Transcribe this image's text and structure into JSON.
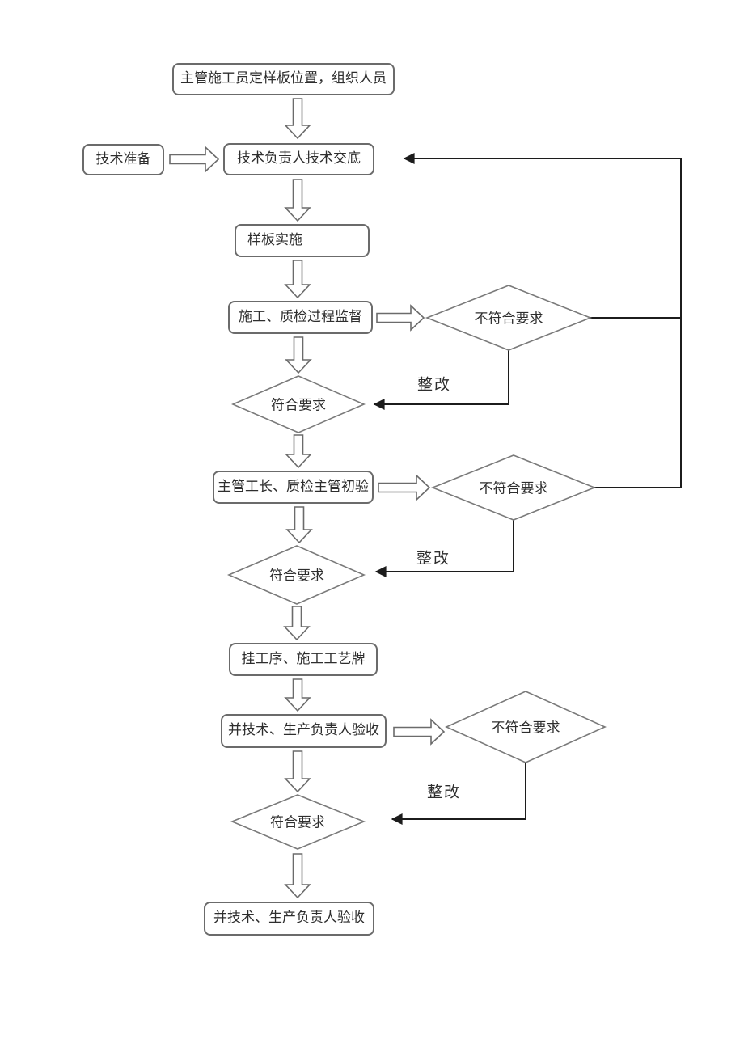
{
  "diagram": {
    "nodes": {
      "start": "主管施工员定样板位置，组织人员",
      "tech_prep": "技术准备",
      "tech_disclosure": "技术负责人技术交底",
      "sample_impl": "样板实施",
      "process_supervision": "施工、质检过程监督",
      "fail_check_1": "不符合要求",
      "pass_check_1": "符合要求",
      "foreman_initial_check": "主管工长、质检主管初验",
      "fail_check_2": "不符合要求",
      "pass_check_2": "符合要求",
      "process_sign_board": "挂工序、施工工艺牌",
      "tech_production_acceptance": "并技术、生产负责人验收",
      "fail_check_3": "不符合要求",
      "pass_check_3": "符合要求",
      "final_acceptance": "并技术、生产负责人验收"
    },
    "edge_labels": {
      "rectify_1": "整改",
      "rectify_2": "整改",
      "rectify_3": "整改"
    },
    "edges": [
      {
        "from": "start",
        "to": "tech_disclosure"
      },
      {
        "from": "tech_prep",
        "to": "tech_disclosure"
      },
      {
        "from": "tech_disclosure",
        "to": "sample_impl"
      },
      {
        "from": "sample_impl",
        "to": "process_supervision"
      },
      {
        "from": "process_supervision",
        "to": "fail_check_1"
      },
      {
        "from": "process_supervision",
        "to": "pass_check_1"
      },
      {
        "from": "fail_check_1",
        "to": "pass_check_1",
        "label": "整改"
      },
      {
        "from": "fail_check_1",
        "to": "tech_disclosure"
      },
      {
        "from": "pass_check_1",
        "to": "foreman_initial_check"
      },
      {
        "from": "foreman_initial_check",
        "to": "fail_check_2"
      },
      {
        "from": "foreman_initial_check",
        "to": "pass_check_2"
      },
      {
        "from": "fail_check_2",
        "to": "pass_check_2",
        "label": "整改"
      },
      {
        "from": "fail_check_2",
        "to": "tech_disclosure"
      },
      {
        "from": "pass_check_2",
        "to": "process_sign_board"
      },
      {
        "from": "process_sign_board",
        "to": "tech_production_acceptance"
      },
      {
        "from": "tech_production_acceptance",
        "to": "fail_check_3"
      },
      {
        "from": "tech_production_acceptance",
        "to": "pass_check_3"
      },
      {
        "from": "fail_check_3",
        "to": "pass_check_3",
        "label": "整改"
      },
      {
        "from": "pass_check_3",
        "to": "final_acceptance"
      }
    ],
    "colors": {
      "background": "#ffffff",
      "shape_border": "#6b6b6b",
      "connector": "#1c1c1c",
      "text": "#2e2e2e"
    }
  }
}
